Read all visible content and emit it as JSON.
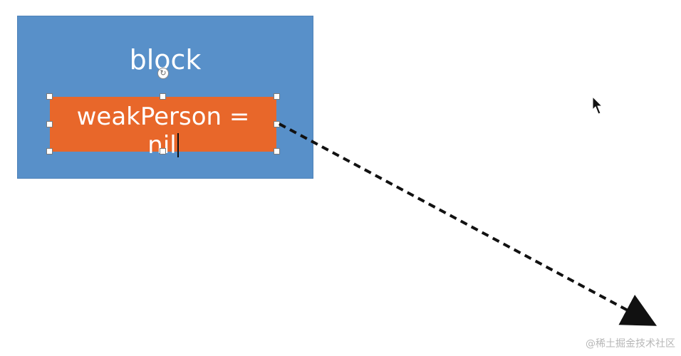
{
  "slide": {
    "block_label": "block",
    "orange_label_line1": "weakPerson =",
    "orange_label_line2": "nil",
    "watermark": "@稀土掘金技术社区"
  },
  "icons": {
    "rotate_handle": "rotate-icon",
    "cursor": "mouse-pointer-icon"
  },
  "colors": {
    "block_fill": "#5890c9",
    "orange_fill": "#e8672a",
    "text": "#ffffff"
  }
}
